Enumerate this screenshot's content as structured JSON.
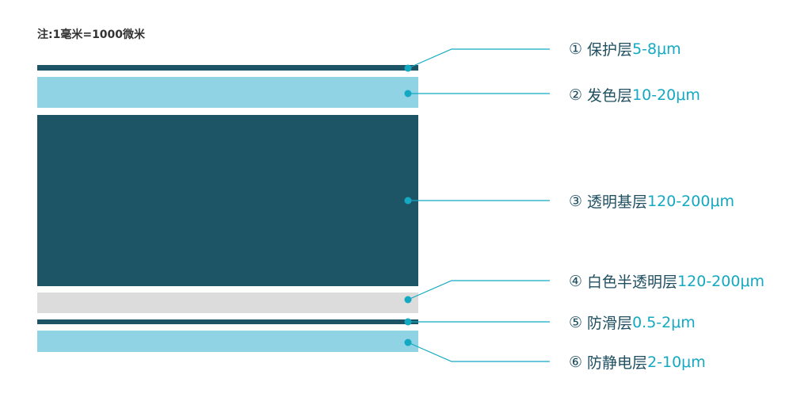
{
  "note": "注:1毫米=1000微米",
  "colors": {
    "dark": "#1e5566",
    "light_blue": "#8fd3e4",
    "gray": "#dcdcdc",
    "accent": "#13a9c2",
    "label_text": "#1f4f60"
  },
  "layers": [
    {
      "num": "①",
      "name": "保护层",
      "thickness": "5-8μm",
      "color": "dark"
    },
    {
      "num": "②",
      "name": "发色层",
      "thickness": "10-20μm",
      "color": "light_blue"
    },
    {
      "num": "③",
      "name": "透明基层",
      "thickness": "120-200μm",
      "color": "dark"
    },
    {
      "num": "④",
      "name": "白色半透明层",
      "thickness": "120-200μm",
      "color": "gray"
    },
    {
      "num": "⑤",
      "name": "防滑层",
      "thickness": "0.5-2μm",
      "color": "dark"
    },
    {
      "num": "⑥",
      "name": "防静电层",
      "thickness": "2-10μm",
      "color": "light_blue"
    }
  ]
}
